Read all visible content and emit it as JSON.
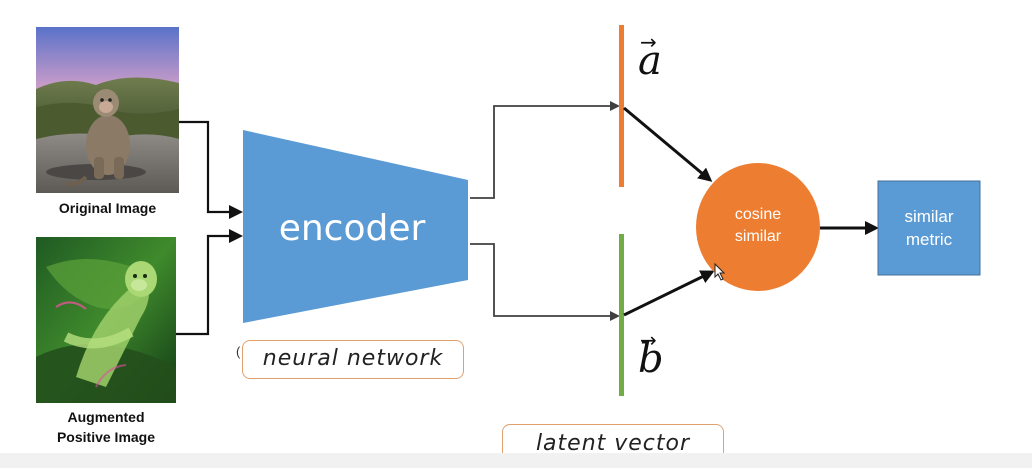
{
  "images": {
    "original_caption": "Original Image",
    "augmented_caption_line1": "Augmented",
    "augmented_caption_line2": "Positive Image"
  },
  "encoder": {
    "label": "encoder",
    "color": "#5b9bd5"
  },
  "annotations": {
    "neural_network": "neural network",
    "latent_vector": "latent vector",
    "partial_glyph": "("
  },
  "vectors": {
    "a": {
      "label": "a",
      "arrow": "→",
      "color": "#ed7d31"
    },
    "b": {
      "label": "b",
      "arrow": "→",
      "color": "#70ad47"
    }
  },
  "cosine": {
    "line1": "cosine",
    "line2": "similar",
    "color": "#ed7d31"
  },
  "metric": {
    "line1": "similar",
    "line2": "metric",
    "color": "#5b9bd5"
  }
}
